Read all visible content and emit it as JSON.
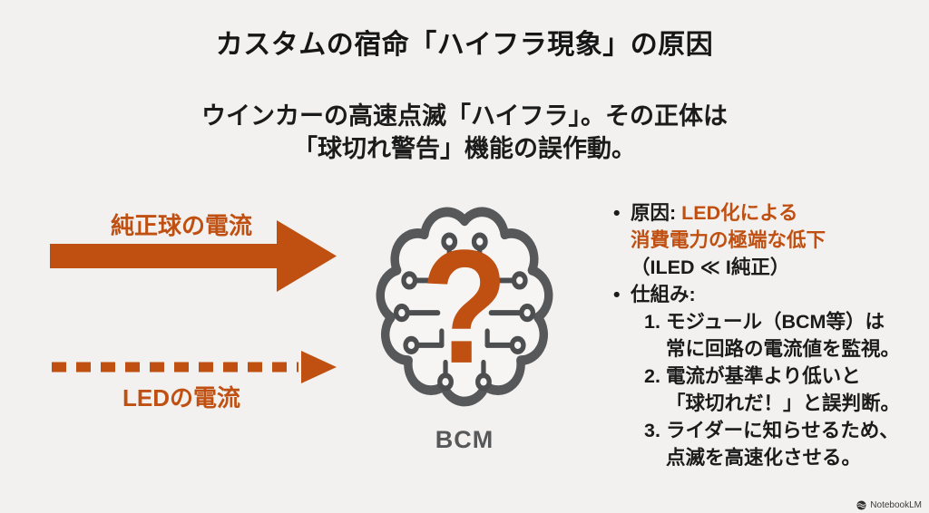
{
  "slide": {
    "title": "カスタムの宿命「ハイフラ現象」の原因",
    "subtitle_line1": "ウインカーの高速点滅「ハイフラ」。その正体は",
    "subtitle_line2": "「球切れ警告」機能の誤作動。",
    "colors": {
      "accent_orange": "#c05012",
      "text": "#1b1b1b",
      "brain_gray": "#57585a",
      "background": "#f2f1ef"
    }
  },
  "diagram": {
    "solid_arrow_label": "純正球の電流",
    "dashed_arrow_label": "LEDの電流",
    "brain_icon": "brain-circuit-icon",
    "question_mark": "?",
    "brain_label": "BCM"
  },
  "details": {
    "bullet_char": "•",
    "cause": {
      "prefix": "原因: ",
      "highlight1": "LED化による",
      "highlight2": "消費電力の極端な低下",
      "note": "（ILED ≪ I純正）"
    },
    "mechanism": {
      "label": "仕組み:",
      "steps": [
        {
          "num": "1.",
          "line1": "モジュール（BCM等）は",
          "line2": "常に回路の電流値を監視。"
        },
        {
          "num": "2.",
          "line1": "電流が基準より低いと",
          "line2": "「球切れだ！」と誤判断。"
        },
        {
          "num": "3.",
          "line1": "ライダーに知らせるため、",
          "line2": "点滅を高速化させる。"
        }
      ]
    }
  },
  "watermark": {
    "label": "NotebookLM"
  }
}
